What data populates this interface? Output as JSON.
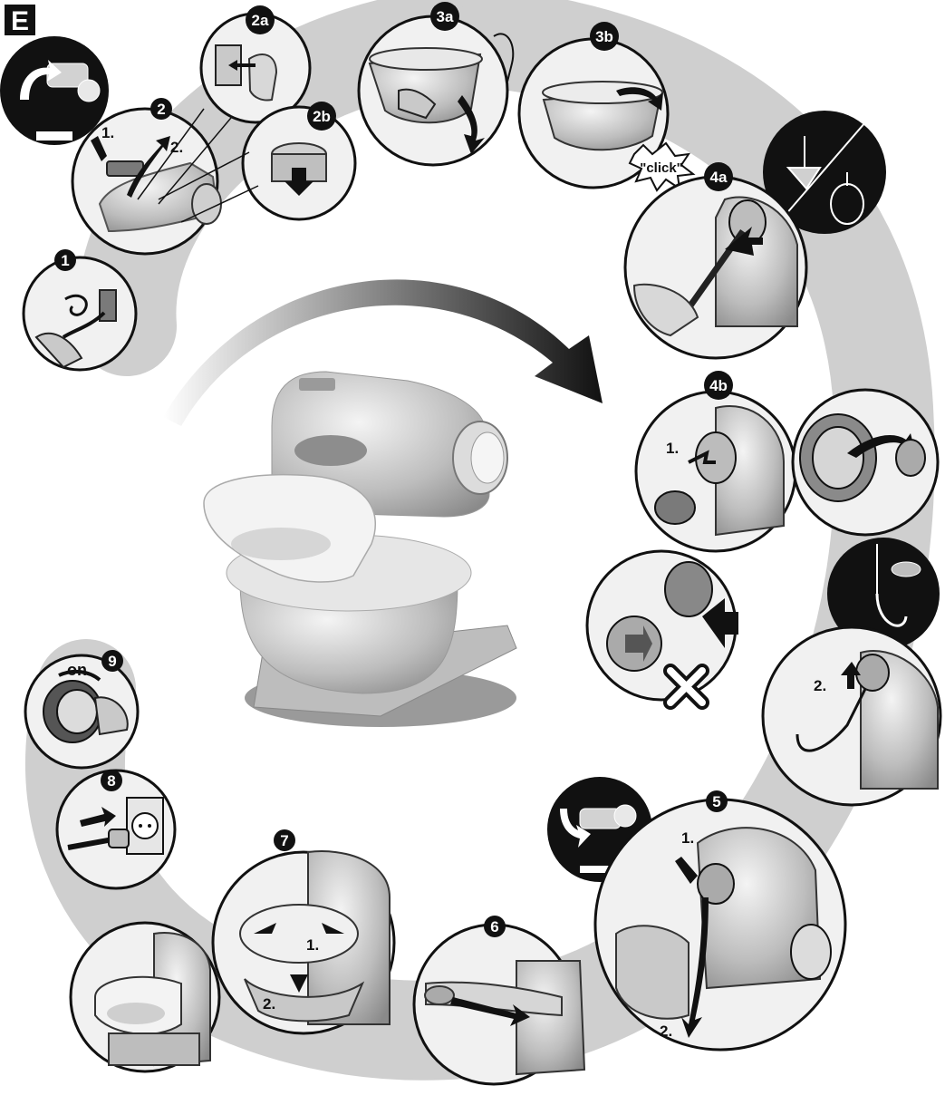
{
  "section_letter": "E",
  "steps": [
    {
      "id": "1",
      "badge": "1",
      "style": "filled"
    },
    {
      "id": "2",
      "badge": "2",
      "style": "filled",
      "sub_labels": [
        "1.",
        "2."
      ]
    },
    {
      "id": "2a",
      "badge": "2a",
      "style": "filled"
    },
    {
      "id": "2b",
      "badge": "2b",
      "style": "filled"
    },
    {
      "id": "3a",
      "badge": "3a",
      "style": "filled"
    },
    {
      "id": "3b",
      "badge": "3b",
      "style": "filled",
      "callout": "\"click\""
    },
    {
      "id": "4a",
      "badge": "4a",
      "style": "filled"
    },
    {
      "id": "4b",
      "badge": "4b",
      "style": "filled",
      "sub_labels": [
        "1.",
        "2."
      ]
    },
    {
      "id": "5",
      "badge": "5",
      "style": "filled",
      "sub_labels": [
        "1.",
        "2."
      ]
    },
    {
      "id": "6",
      "badge": "6",
      "style": "filled"
    },
    {
      "id": "7",
      "badge": "7",
      "style": "filled",
      "sub_labels": [
        "1.",
        "2."
      ]
    },
    {
      "id": "8",
      "badge": "8",
      "style": "filled"
    },
    {
      "id": "9",
      "badge": "9",
      "style": "filled",
      "label": "on"
    }
  ],
  "colors": {
    "background": "#ffffff",
    "path_band": "#cfcfcf",
    "badge": "#111111",
    "panel_fill": "#f1f1f1",
    "outline": "#111111"
  },
  "icons": [
    "arm-up-icon",
    "arm-down-icon",
    "attachment-selector-icon",
    "dough-hook-icon",
    "wrong-mark-icon",
    "plug-icon",
    "socket-icon",
    "curved-arrow-icon"
  ]
}
